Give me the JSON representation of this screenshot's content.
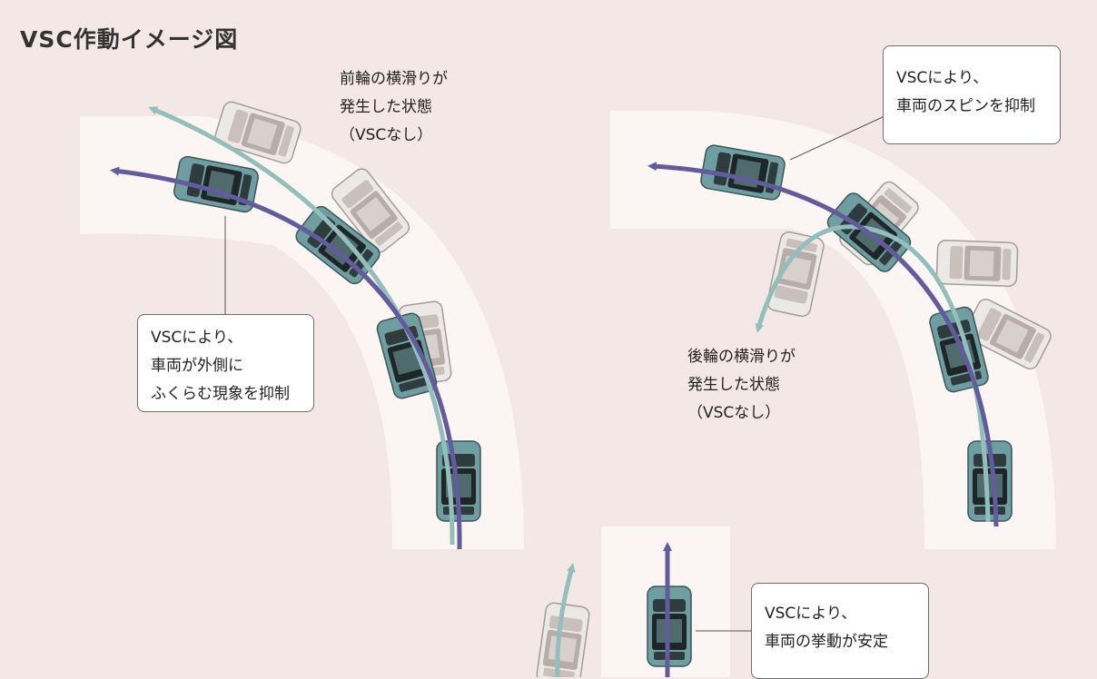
{
  "title": "VSC作動イメージ図",
  "labels": {
    "front_slip": [
      "前輪の横滑りが",
      "発生した状態",
      "（VSCなし）"
    ],
    "rear_slip": [
      "後輪の横滑りが",
      "発生した状態",
      "（VSCなし）"
    ]
  },
  "callouts": {
    "outward": [
      "VSCにより、",
      "車両が外側に",
      "ふくらむ現象を抑制"
    ],
    "spin": [
      "VSCにより、",
      "車両のスピンを抑制"
    ],
    "stable": [
      "VSCにより、",
      "車両の挙動が安定"
    ]
  },
  "colors": {
    "background": "#f3e8e6",
    "road": "#fbf5f4",
    "vsc_arrow": "#625c9c",
    "no_vsc_arrow": "#94bebb",
    "car_vsc": "#6f9ea2",
    "car_ghost": "#ece8e6"
  }
}
